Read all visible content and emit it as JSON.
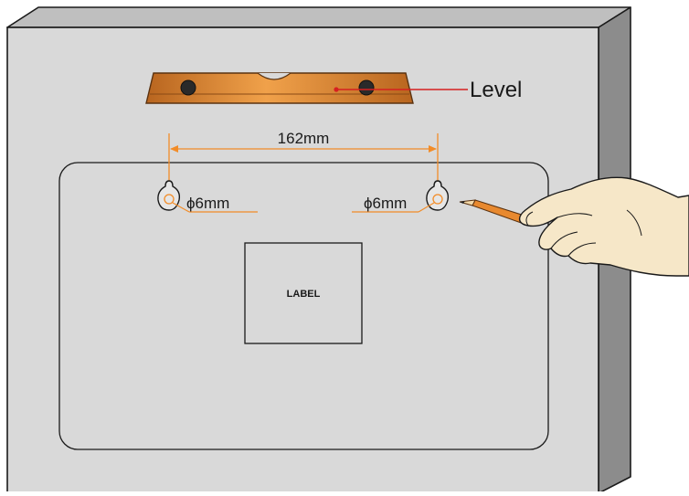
{
  "level_label": "Level",
  "dimension_label": "162mm",
  "hole_left_label": "ϕ6mm",
  "hole_right_label": "ϕ6mm",
  "device_label": "LABEL",
  "colors": {
    "wall_front": "#d9d9d9",
    "wall_top": "#bfbfbf",
    "wall_side": "#8c8c8c",
    "outline": "#1a1a1a",
    "dimension": "#f28c28",
    "level_body": "#d9893a",
    "skin": "#f6e7c8",
    "pencil": "#e8892f"
  }
}
